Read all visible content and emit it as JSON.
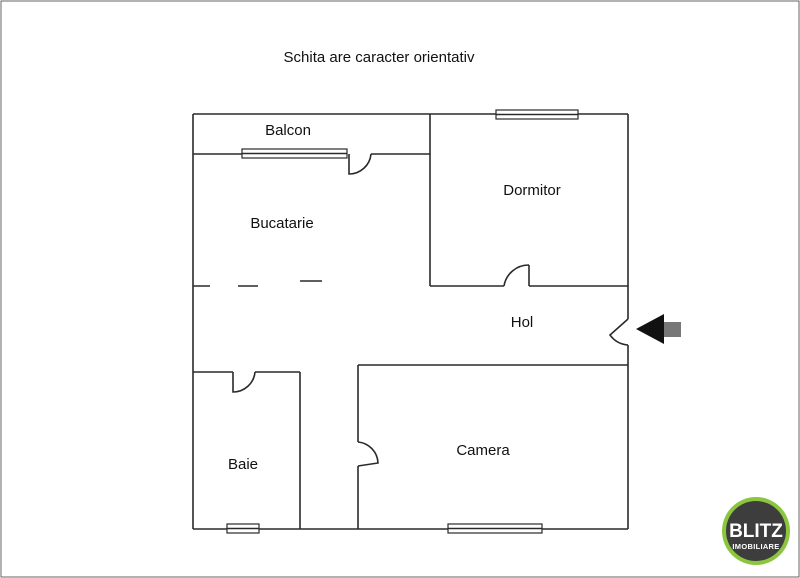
{
  "note": "Schita are caracter orientativ",
  "rooms": {
    "balcon": "Balcon",
    "dormitor": "Dormitor",
    "bucatarie": "Bucatarie",
    "hol": "Hol",
    "baie": "Baie",
    "camera": "Camera"
  },
  "logo": {
    "name": "BLITZ",
    "tagline": "IMOBILIARE"
  },
  "colors": {
    "walls": "#2a2a2a",
    "logo_ring": "#8cc63f",
    "logo_fill": "#3d3d3d"
  }
}
